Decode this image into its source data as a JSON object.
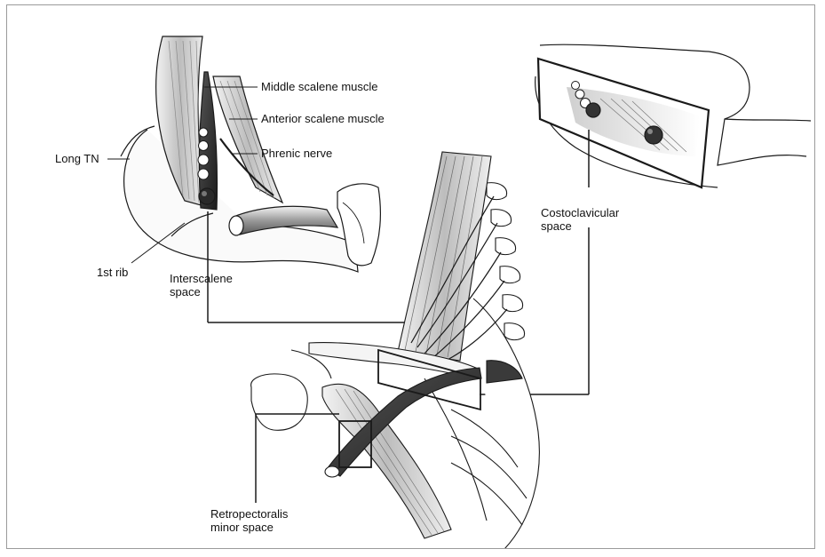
{
  "labels": {
    "middle_scalene": "Middle scalene muscle",
    "anterior_scalene": "Anterior scalene muscle",
    "phrenic_nerve": "Phrenic nerve",
    "long_tn": "Long TN",
    "first_rib": "1st rib",
    "interscalene_line1": "Interscalene",
    "interscalene_line2": "space",
    "costoclavicular_line1": "Costoclavicular",
    "costoclavicular_line2": "space",
    "retropectoralis_line1": "Retropectoralis",
    "retropectoralis_line2": "minor space"
  },
  "colors": {
    "line": "#1a1a1a",
    "shade_dark": "#3a3a3a",
    "shade_mid": "#9a9a9a",
    "shade_light": "#d9d9d9",
    "frame": "#9a9a9a"
  }
}
